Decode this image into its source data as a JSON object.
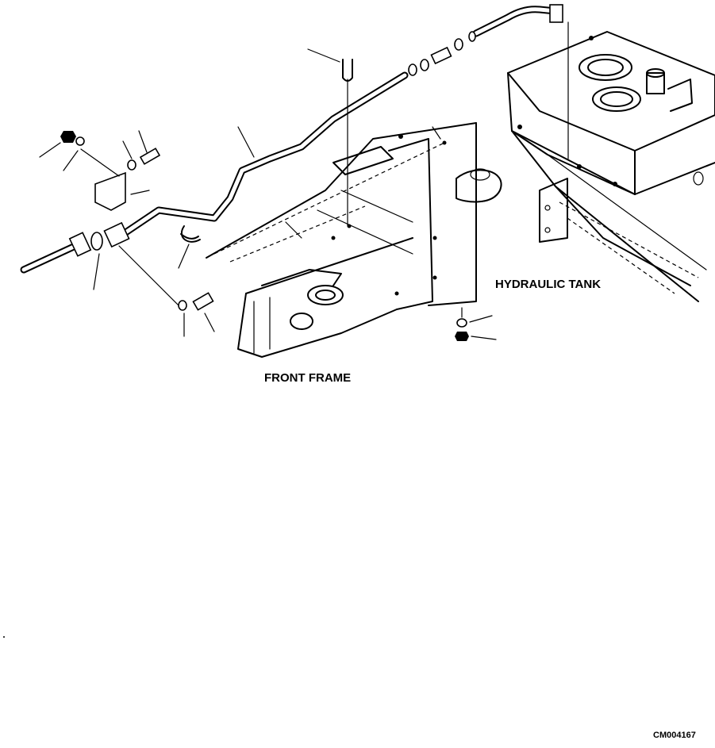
{
  "labels": {
    "front_frame": "FRONT FRAME",
    "hydraulic_tank": "HYDRAULIC TANK",
    "drawing_code": "CM004167"
  }
}
